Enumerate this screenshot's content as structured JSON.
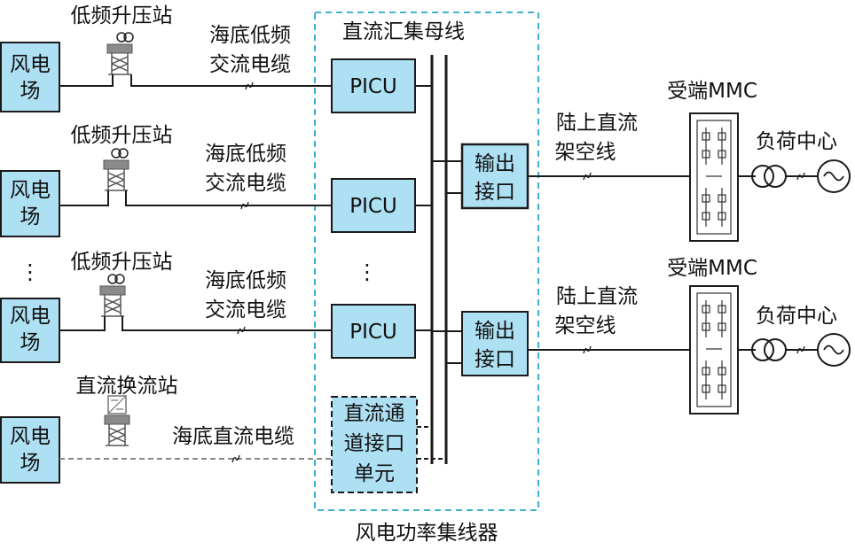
{
  "colors": {
    "box_fill": "#aee0f3",
    "line": "#1a1a1a",
    "dashed_border": "#2aa8c8"
  },
  "wind_farms": [
    {
      "label_line1": "风电",
      "label_line2": "场"
    },
    {
      "label_line1": "风电",
      "label_line2": "场"
    },
    {
      "label_line1": "风电",
      "label_line2": "场"
    },
    {
      "label_line1": "风电",
      "label_line2": "场"
    }
  ],
  "stations": [
    "低频升压站",
    "低频升压站",
    "低频升压站",
    "直流换流站"
  ],
  "cables": [
    {
      "line1": "海底低频",
      "line2": "交流电缆"
    },
    {
      "line1": "海底低频",
      "line2": "交流电缆"
    },
    {
      "line1": "海底低频",
      "line2": "交流电缆"
    },
    {
      "line1": "海底直流电缆",
      "line2": ""
    }
  ],
  "picu_label": "PICU",
  "dc_channel_unit": [
    "直流通",
    "道接口",
    "单元"
  ],
  "busbar_label": "直流汇集母线",
  "output_interface": [
    "输出",
    "接口"
  ],
  "dc_overhead_line": [
    "陆上直流",
    "架空线"
  ],
  "receiving_mmc": "受端MMC",
  "load_center": "负荷中心",
  "collector_label": "风电功率集线器",
  "ellipsis": "⋮"
}
